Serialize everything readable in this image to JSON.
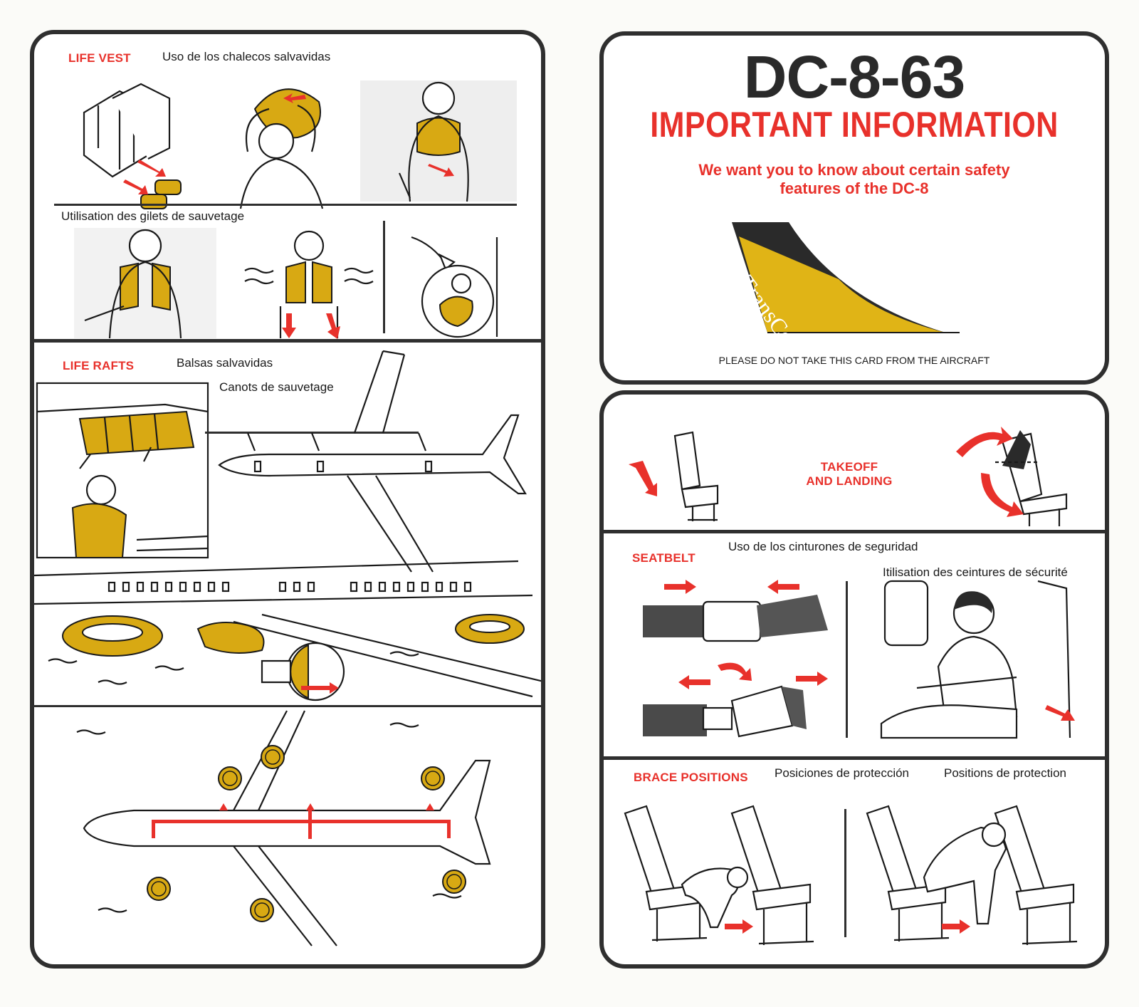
{
  "left_panel": {
    "life_vest": {
      "heading": "LIFE VEST",
      "spanish": "Uso de los chalecos salvavidas",
      "french": "Utilisation des gilets de sauvetage"
    },
    "life_rafts": {
      "heading": "LIFE RAFTS",
      "spanish": "Balsas salvavidas",
      "french": "Canots de sauvetage"
    }
  },
  "right_panel": {
    "cover": {
      "aircraft": "DC-8-63",
      "title": "IMPORTANT INFORMATION",
      "subtitle_line1": "We want you to know about certain safety",
      "subtitle_line2": "features of the DC-8",
      "logo_text": "TransCon",
      "notice": "PLEASE DO NOT TAKE THIS CARD FROM THE AIRCRAFT"
    },
    "takeoff": {
      "line1": "TAKEOFF",
      "line2": "AND LANDING"
    },
    "seatbelt": {
      "heading": "SEATBELT",
      "spanish": "Uso de los cinturones de seguridad",
      "french": "Itilisation des ceintures de sécurité"
    },
    "brace": {
      "heading": "BRACE POSITIONS",
      "spanish": "Posiciones de protección",
      "french": "Positions de protection"
    }
  },
  "colors": {
    "accent_red": "#e8312b",
    "raft_yellow": "#d8a913",
    "border": "#2f2f2f"
  }
}
